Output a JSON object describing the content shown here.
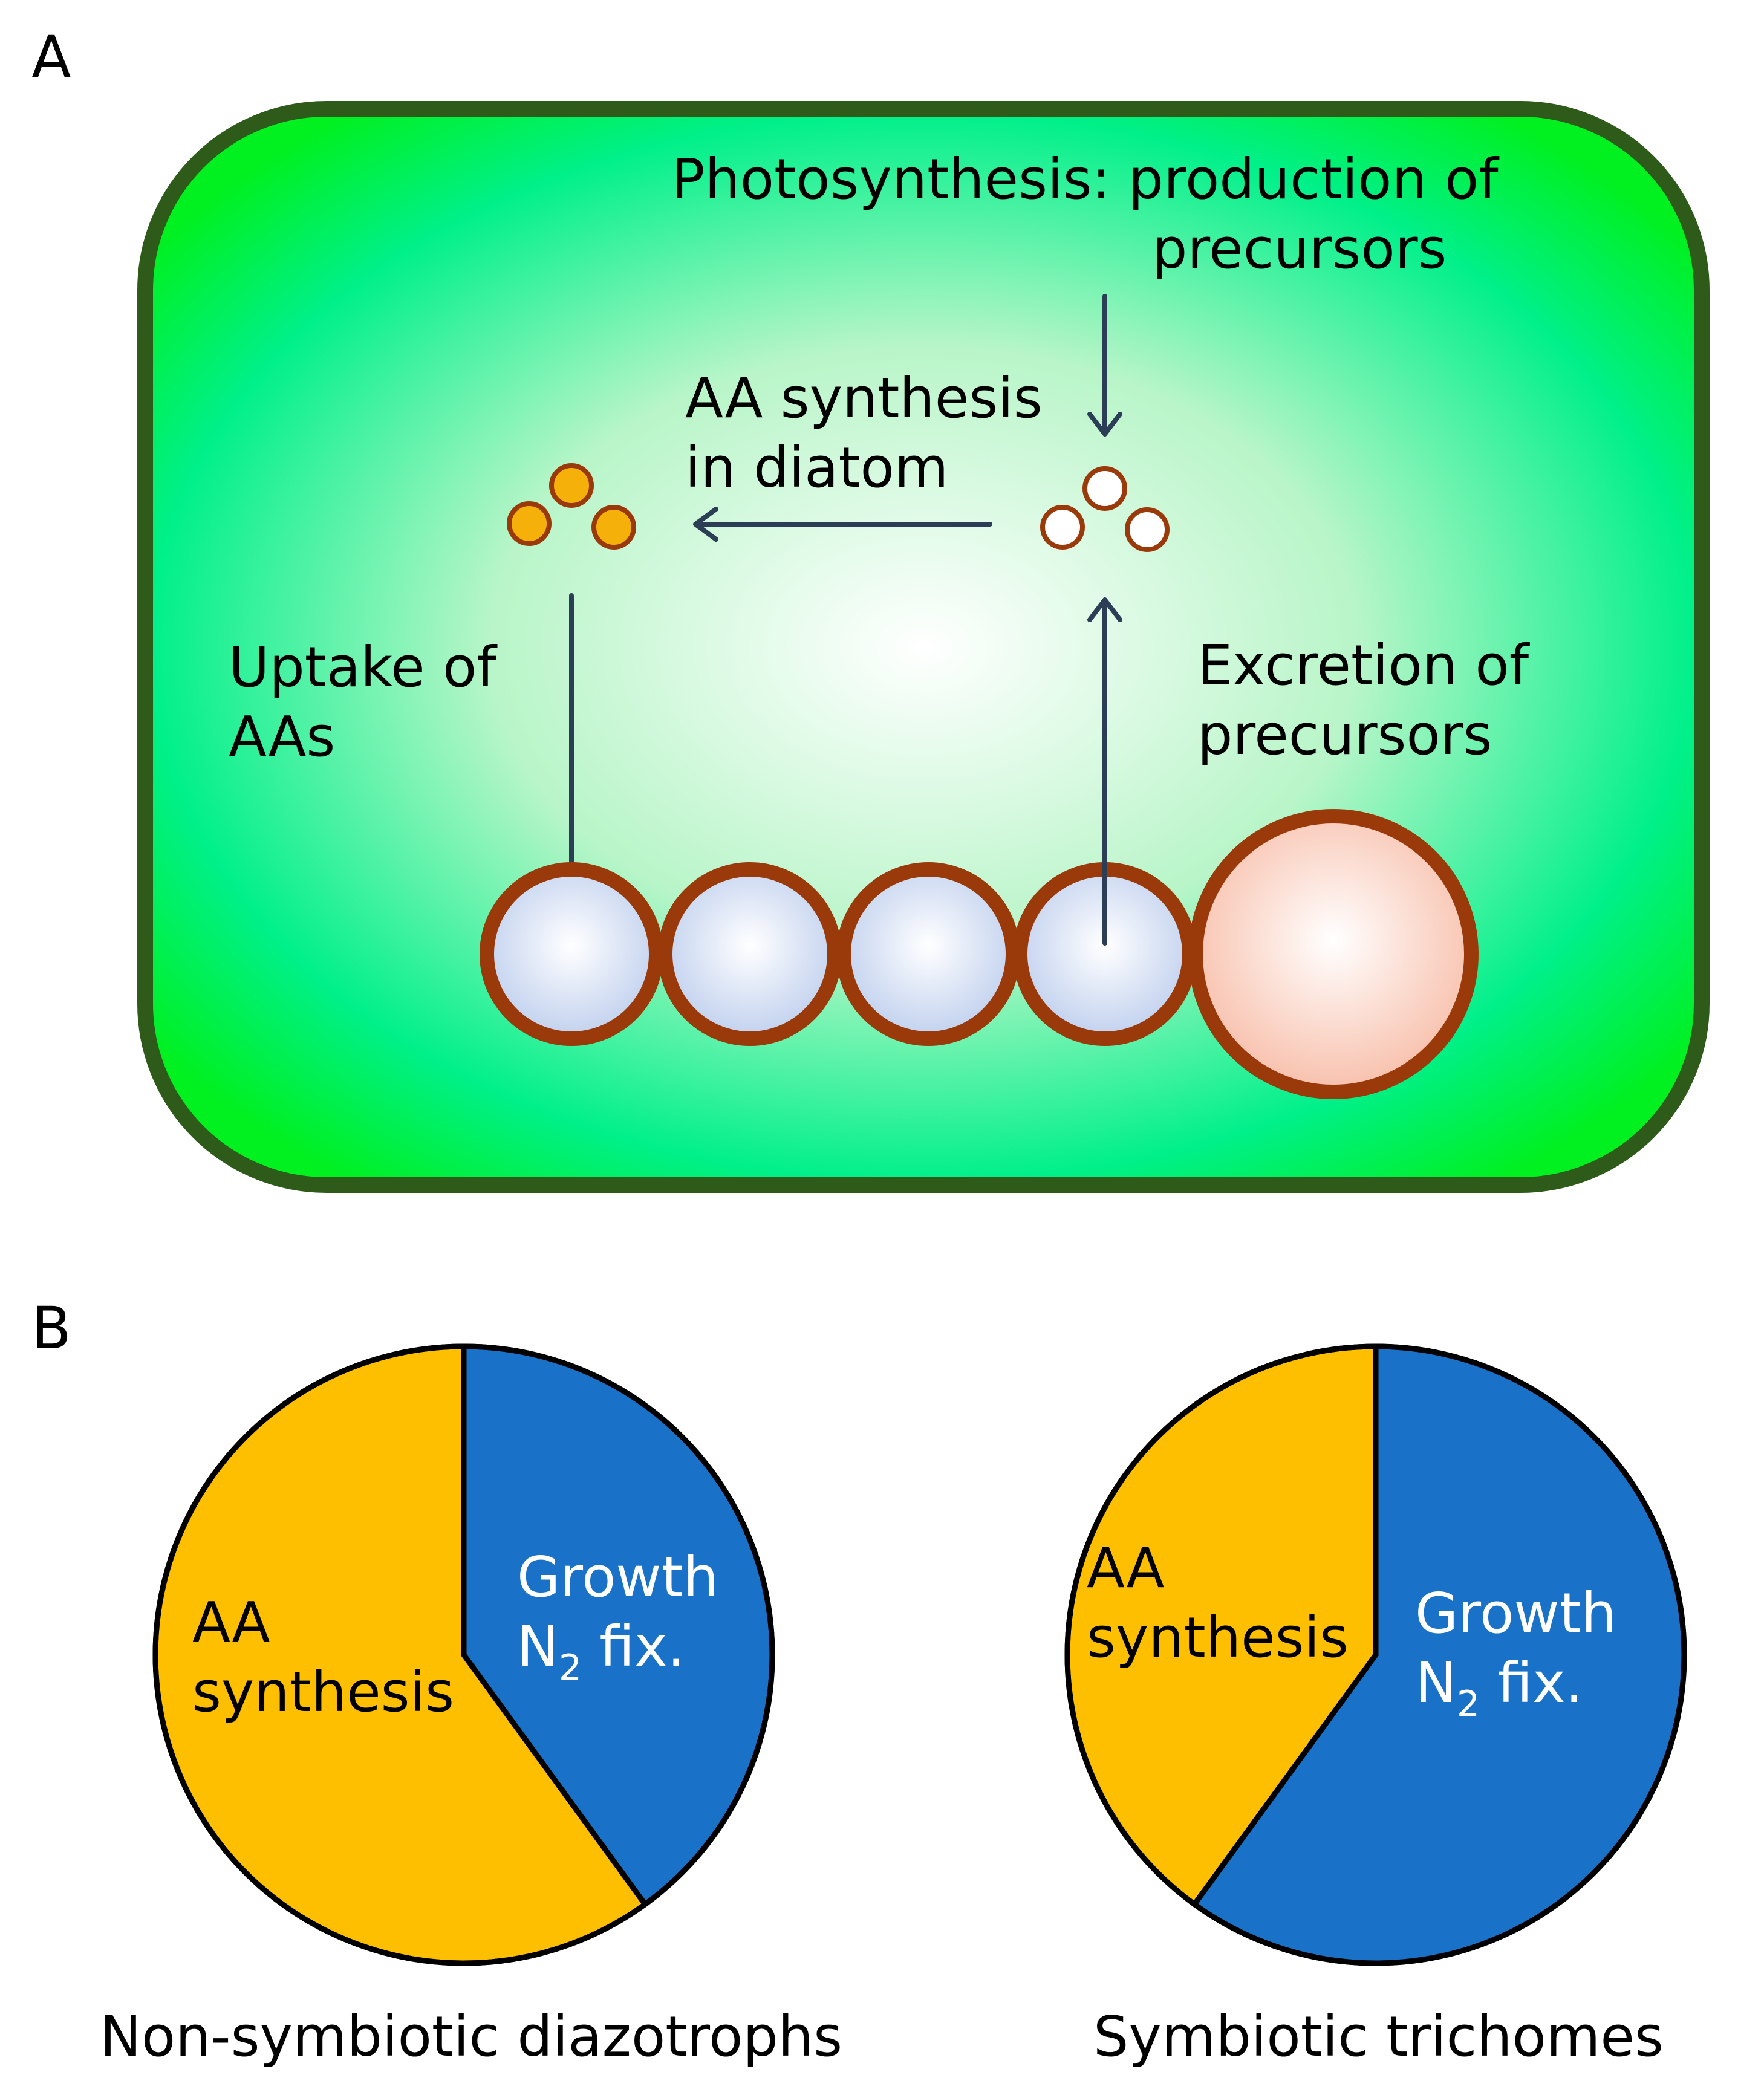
{
  "panel_a": {
    "label": "A",
    "photosynthesis_line1": "Photosynthesis: production of",
    "photosynthesis_line2": "precursors",
    "aa_synthesis_line1": "AA synthesis",
    "aa_synthesis_line2": "in diatom",
    "uptake_line1": "Uptake of",
    "uptake_line2": "AAs",
    "excretion_line1": "Excretion of",
    "excretion_line2": "precursors"
  },
  "panel_b": {
    "label": "B",
    "pies": [
      {
        "caption": "Non-symbiotic diazotrophs",
        "aa_label_line1": "AA",
        "aa_label_line2": "synthesis",
        "growth_label_line1": "Growth",
        "growth_label_n": "N",
        "growth_label_sub": "2",
        "growth_label_rest": " fix."
      },
      {
        "caption": "Symbiotic trichomes",
        "aa_label_line1": "AA",
        "aa_label_line2": "synthesis",
        "growth_label_line1": "Growth",
        "growth_label_n": "N",
        "growth_label_sub": "2",
        "growth_label_rest": " fix."
      }
    ]
  },
  "chart_data": [
    {
      "type": "pie",
      "slices": [
        {
          "label": "AA synthesis",
          "value": 0.6
        },
        {
          "label": "Growth N2 fix.",
          "value": 0.4
        }
      ]
    },
    {
      "type": "pie",
      "slices": [
        {
          "label": "AA synthesis",
          "value": 0.4
        },
        {
          "label": "Growth N2 fix.",
          "value": 0.6
        }
      ]
    }
  ],
  "colors": {
    "diatom_border": "#2e5a1a",
    "diatom_fill_edge": "#00f03c",
    "diatom_fill_center": "#ffffff",
    "arrow": "#2c3e55",
    "cell_border": "#9a3a0a",
    "vegetative_cell": "#c5d4f0",
    "heterocyst": "#f7c6b4",
    "amino_acid": "#f5b10a",
    "precursor": "#ffffff",
    "aa_slice": "#fdbf00",
    "growth_slice": "#1a72c8"
  }
}
